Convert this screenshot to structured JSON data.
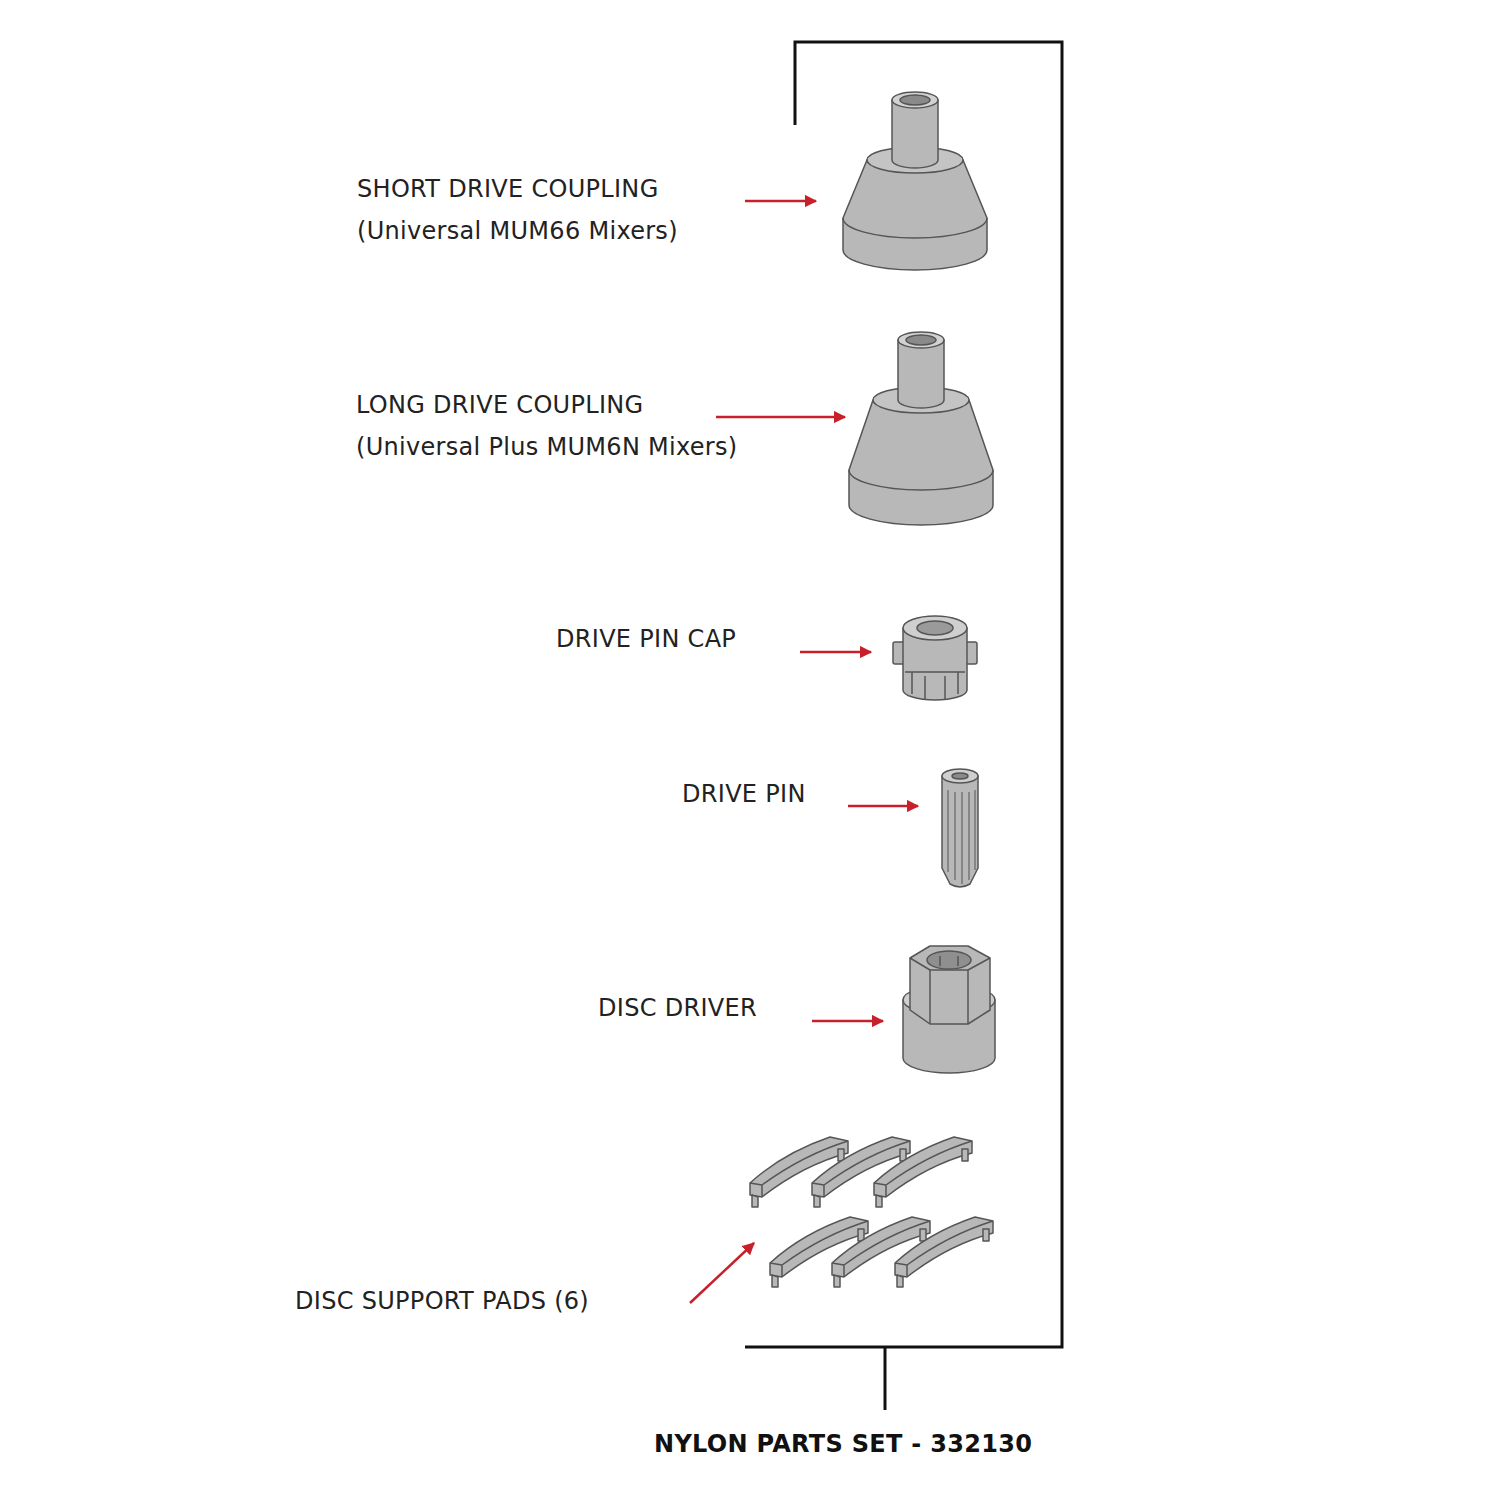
{
  "diagram": {
    "caption": "NYLON PARTS SET - 332130",
    "labels": [
      "SHORT DRIVE COUPLING",
      "(Universal MUM66 Mixers)",
      "LONG DRIVE COUPLING",
      "(Universal Plus MUM6N Mixers)",
      "DRIVE PIN CAP",
      "DRIVE PIN",
      "DISC DRIVER",
      "DISC SUPPORT PADS (6)"
    ]
  }
}
